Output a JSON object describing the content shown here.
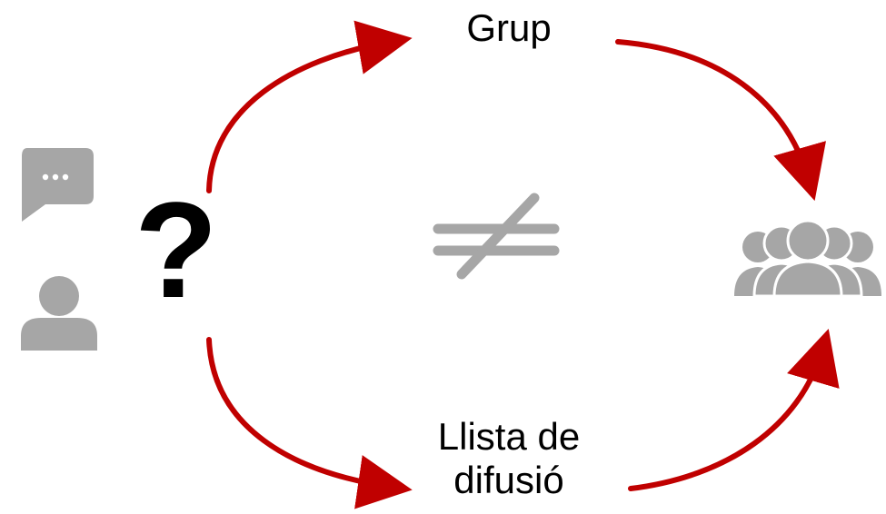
{
  "diagram": {
    "top_path_label": "Grup",
    "bottom_path_label_line1": "Llista de",
    "bottom_path_label_line2": "difusió",
    "question_mark": "?",
    "icons": {
      "sender_message": "chat-bubble-icon",
      "sender_person": "person-icon",
      "comparison": "not-equal-icon",
      "recipients": "group-of-people-icon"
    },
    "colors": {
      "arrow": "#c00000",
      "icon": "#a6a6a6",
      "text": "#000000"
    }
  }
}
